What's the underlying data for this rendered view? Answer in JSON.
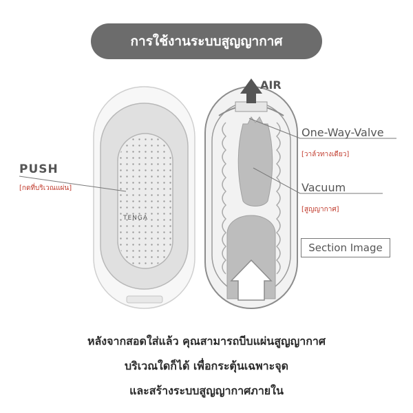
{
  "header": {
    "title": "การใช้งานระบบสูญญากาศ"
  },
  "labels": {
    "push": "PUSH",
    "push_sub": "[กดที่บริเวณแผ่น]",
    "air": "AIR",
    "valve": "One-Way-Valve",
    "valve_sub": "[วาล์วทางเดียว]",
    "vacuum": "Vacuum",
    "vacuum_sub": "[สูญญากาศ]",
    "section": "Section Image",
    "brand": "TENGA"
  },
  "caption": {
    "line1": "หลังจากสอดใส่แล้ว คุณสามารถบีบแผ่นสูญญากาศ",
    "line2": "บริเวณใดก็ได้ เพื่อกระตุ้นเฉพาะจุด",
    "line3": "และสร้างระบบสูญญากาศภายใน"
  },
  "colors": {
    "pill": "#6c6c6c",
    "accent_red": "#c0392b",
    "text": "#555555"
  }
}
